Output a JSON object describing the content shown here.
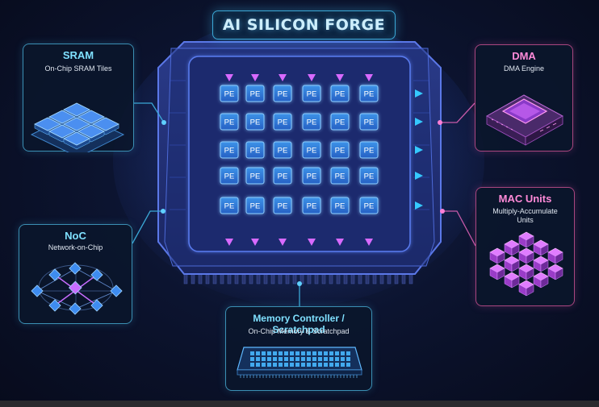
{
  "title": "AI SILICON FORGE",
  "pe_label": "PE",
  "pe_grid": {
    "rows": 5,
    "cols": 6
  },
  "cards": {
    "sram": {
      "title": "SRAM",
      "subtitle": "On-Chip SRAM Tiles"
    },
    "noc": {
      "title": "NoC",
      "subtitle": "Network-on-Chip"
    },
    "dma": {
      "title": "DMA",
      "subtitle": "DMA Engine"
    },
    "mac": {
      "title": "MAC Units",
      "subtitle_line1": "Multiply-Accumulate",
      "subtitle_line2": "Units"
    },
    "memory": {
      "title": "Memory Controller / Scratchpad",
      "subtitle": "On-Chip Memory & Scratchpad"
    }
  },
  "colors": {
    "background": "#0a1024",
    "cyan_accent": "#3ba8d6",
    "pink_accent": "#e05ac8",
    "pe_fill": "#2f7fd6",
    "data_flow_horizontal": "#35c9ff",
    "data_flow_vertical": "#d86aff"
  },
  "icons": {
    "sram": "memory-tiles-icon",
    "noc": "network-mesh-icon",
    "dma": "dma-chip-icon",
    "mac": "mac-cubes-icon",
    "memory": "memory-module-icon"
  }
}
